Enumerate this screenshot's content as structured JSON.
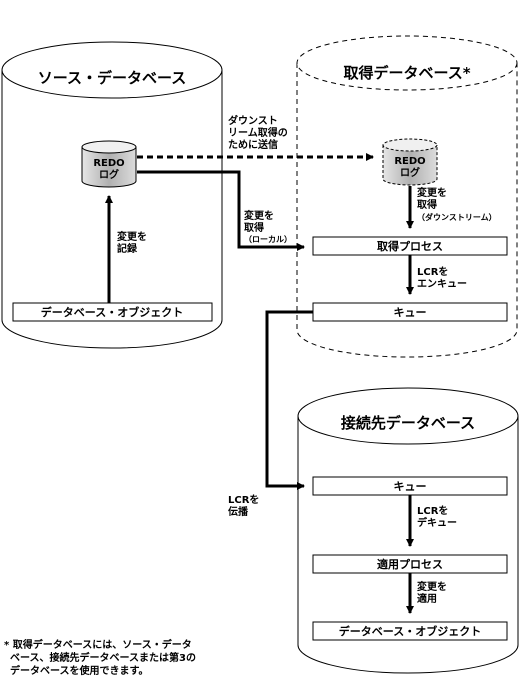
{
  "databases": {
    "source": {
      "title": "ソース・データベース"
    },
    "capture": {
      "title": "取得データベース*"
    },
    "destination": {
      "title": "接続先データベース"
    }
  },
  "logs": {
    "source_log": {
      "line1": "REDO",
      "line2": "ログ"
    },
    "capture_log": {
      "line1": "REDO",
      "line2": "ログ"
    }
  },
  "boxes": {
    "source_objects": "データベース・オブジェクト",
    "capture_process": "取得プロセス",
    "capture_queue": "キュー",
    "dest_queue": "キュー",
    "apply_process": "適用プロセス",
    "dest_objects": "データベース・オブジェクト"
  },
  "labels": {
    "record_changes": {
      "line1": "変更を",
      "line2": "記録"
    },
    "downstream_send": {
      "line1": "ダウンスト",
      "line2": "リーム取得の",
      "line3": "ために送信"
    },
    "capture_downstream": {
      "line1": "変更を",
      "line2": "取得",
      "line3": "（ダウンストリーム）"
    },
    "capture_local": {
      "line1": "変更を",
      "line2": "取得",
      "line3": "（ローカル）"
    },
    "enqueue": {
      "line1": "LCRを",
      "line2": "エンキュー"
    },
    "propagate": {
      "line1": "LCRを",
      "line2": "伝播"
    },
    "dequeue": {
      "line1": "LCRを",
      "line2": "デキュー"
    },
    "apply_changes": {
      "line1": "変更を",
      "line2": "適用"
    }
  },
  "footnote": {
    "line1": "* 取得データベースには、ソース・データ",
    "line2": "ベース、接続先データベースまたは第3の",
    "line3": "データベースを使用できます。"
  }
}
